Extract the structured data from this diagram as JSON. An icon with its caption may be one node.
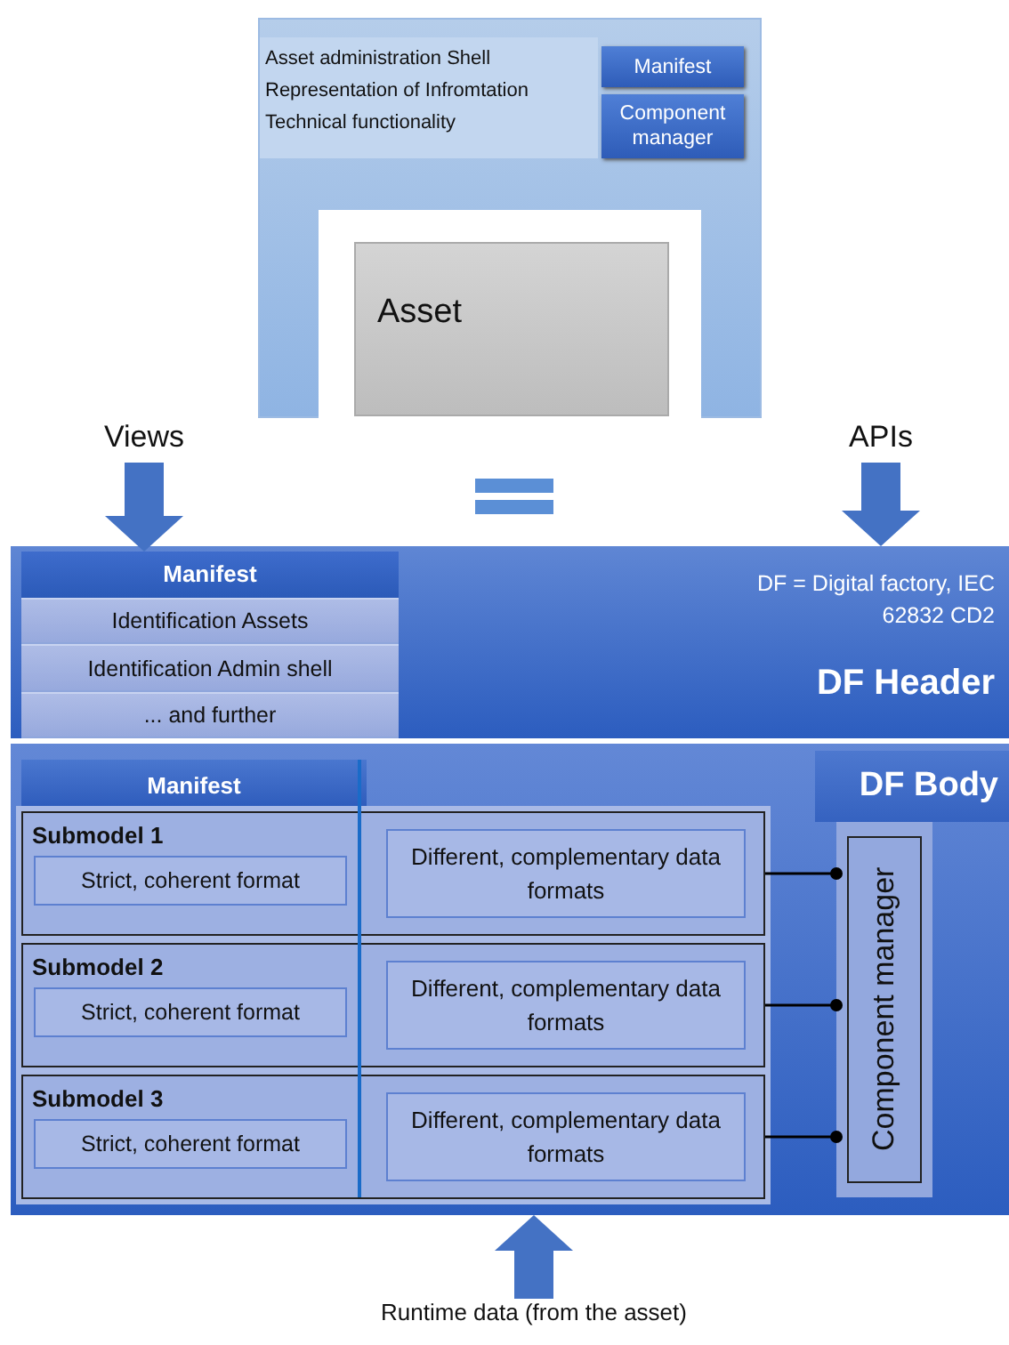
{
  "diagram": {
    "nodes": [
      {
        "text": [
          "Asset administration Shell",
          "Representation of Infromtation",
          "Technical functionality"
        ]
      },
      {
        "text": [
          "Manifest"
        ],
        "in": 0
      },
      {
        "text": [
          "Component manager"
        ],
        "in": 0
      },
      {
        "text": [
          "Asset"
        ],
        "in": 0
      },
      {
        "text": [
          "Views"
        ]
      },
      {
        "text": [
          "APIs"
        ]
      },
      {
        "text": [
          "DF = Digital factory, IEC 62832 CD2",
          "DF Header"
        ]
      },
      {
        "text": [
          "Manifest"
        ],
        "in": 6
      },
      {
        "text": [
          "Identification Assets"
        ],
        "in": 7
      },
      {
        "text": [
          "Identification Admin shell"
        ],
        "in": 7
      },
      {
        "text": [
          "... and further"
        ],
        "in": 7
      },
      {
        "text": [
          "DF Body"
        ]
      },
      {
        "text": [
          "Manifest"
        ],
        "in": 11
      },
      {
        "text": [
          "Submodel 1"
        ],
        "in": 11
      },
      {
        "text": [
          "Strict, coherent format"
        ],
        "in": 13
      },
      {
        "text": [
          "Different, complementary data formats"
        ],
        "in": 13
      },
      {
        "text": [
          "Submodel 2"
        ],
        "in": 11
      },
      {
        "text": [
          "Strict, coherent format"
        ],
        "in": 16
      },
      {
        "text": [
          "Different, complementary data formats"
        ],
        "in": 16
      },
      {
        "text": [
          "Submodel 3"
        ],
        "in": 11
      },
      {
        "text": [
          "Strict, coherent format"
        ],
        "in": 19
      },
      {
        "text": [
          "Different, complementary data formats"
        ],
        "in": 19
      },
      {
        "text": [
          "Component manager"
        ],
        "in": 11
      },
      {
        "text": [
          "Runtime data (from the asset)"
        ]
      }
    ],
    "edges": [
      {
        "from": 4,
        "to": 7,
        "arrow": "to",
        "style": "thick",
        "color": "#4472c4"
      },
      {
        "from": 5,
        "to": 6,
        "arrow": "to",
        "style": "thick",
        "color": "#4472c4"
      },
      {
        "from": 13,
        "to": 22,
        "arrow": "other",
        "color": "#000000"
      },
      {
        "from": 16,
        "to": 22,
        "arrow": "other",
        "color": "#000000"
      },
      {
        "from": 19,
        "to": 22,
        "arrow": "other",
        "color": "#000000"
      },
      {
        "from": 23,
        "to": 11,
        "arrow": "to",
        "style": "thick",
        "color": "#4472c4"
      }
    ]
  }
}
